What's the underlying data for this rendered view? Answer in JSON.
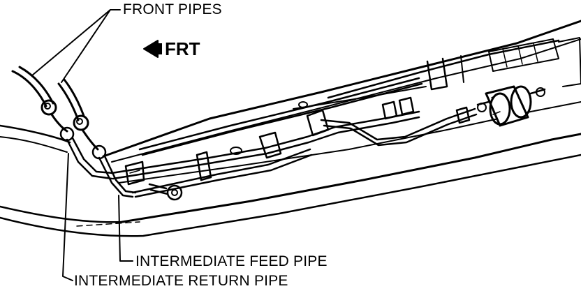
{
  "labels": {
    "front_pipes": "FRONT PIPES",
    "frt": "FRT",
    "intermediate_feed_pipe": "INTERMEDIATE FEED PIPE",
    "intermediate_return_pipe": "INTERMEDIATE RETURN PIPE"
  },
  "colors": {
    "ink": "#000000",
    "paper": "#ffffff"
  },
  "icons": {
    "direction_arrow": "arrow-left-icon"
  }
}
